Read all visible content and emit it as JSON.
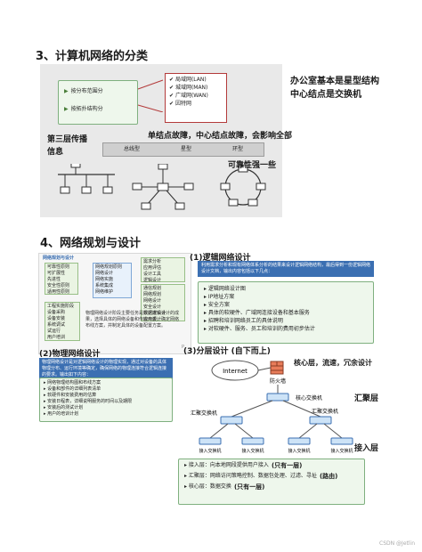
{
  "section3": {
    "heading": "3、计算机网络的分类",
    "by_range": "按分布范围分",
    "by_topology": "按拓扑结构分",
    "range_types": [
      "局域网(LAN)",
      "城域网(MAN)",
      "广域网(WAN)",
      "因特网"
    ],
    "topology_types": [
      "总线型",
      "星型",
      "环型"
    ],
    "note_right": "办公室基本是星型结构\n中心结点是交换机",
    "note_fault": "单结点故障，中心结点故障，会影响全部",
    "note_bus": "第三层传播\n信息",
    "note_ring": "可靠性强一些"
  },
  "section4": {
    "heading": "4、网络规划与设计",
    "mini_title": "网络规划与设计",
    "mini_left": [
      "可靠性原则",
      "可扩展性",
      "先进性",
      "安全性原则",
      "适用性原则"
    ],
    "mini_mid": [
      "网络规划原则",
      "网络设计",
      "网络实施",
      "系统集成",
      "网络维护"
    ],
    "mini_right_group1": [
      "需求分析",
      "应用评估",
      "设计工具",
      "逻辑设计"
    ],
    "mini_right_group2": [
      "通信规划",
      "网络规划",
      "网络设计",
      "安全设计",
      "数据库设计",
      "应用设计"
    ],
    "mini_bottom_left": [
      "工程实施阶段",
      "设备采购",
      "设备安装",
      "系统调试",
      "试运行",
      "用户培训"
    ],
    "mini_bottom_text": "物理网络设计阶段主要任务是根据逻辑设计的成果，选择具体的网络设备和传输介质，确定网络布线方案，并制定具体的设备配置方案。",
    "mini_number": "P",
    "logical_label": "(1)逻辑网络设计",
    "logical_desc": "利用需求分析和现有网络体系分析的结果来设计逻辑网络结构，最后得到一份逻辑网络设计文档，输出内容包括以下几点：",
    "logical_items": [
      "逻辑网络设计图",
      "IP地址方案",
      "安全方案",
      "具体的软硬件、广域网连接设备和基本服务",
      "招聘和培训网络员工的具体说明",
      "对软硬件、服务、员工和培训的费用初步估计"
    ],
    "physical_label": "(2)物理网络设计",
    "physical_desc": "物理网络设计是对逻辑网络设计的物理实现，通过对设备的具体物理分布、运行环境等确定，确保网络的物理连接符合逻辑连接的要求。输出如下内容：",
    "physical_items": [
      "网络物理结构图和布线方案",
      "设备和部件的详细列表清单",
      "软硬件和安装费用的估算",
      "安装日程表，详细说明服务的时间以及期限",
      "安装后的测试计划",
      "用户的培训计划"
    ],
    "layered_label": "(3)分层设计 (自下而上)",
    "diagram": {
      "internet": "Internet",
      "firewall": "防火墙",
      "core": "核心交换机",
      "agg1": "汇聚交换机",
      "agg2": "汇聚交换机",
      "access": [
        "接入交换机",
        "接入交换机",
        "接入交换机",
        "接入交换机"
      ],
      "note_core": "核心层，流速，冗余设计",
      "note_agg": "汇聚层",
      "note_access": "接入层"
    },
    "layers": [
      {
        "label": "接入层：向本地网段提供用户接入",
        "note": "(只有一层)"
      },
      {
        "label": "汇聚层：网络访问策略控制、数据包处理、过滤、寻址",
        "note": "(路由)"
      },
      {
        "label": "核心层：数据交换",
        "note": "(只有一层)"
      }
    ]
  },
  "watermark": "CSDN @Jetlin",
  "colors": {
    "accent_blue": "#3b6fb2",
    "accent_green": "#6aa84f",
    "line_red": "#b33a3a"
  }
}
